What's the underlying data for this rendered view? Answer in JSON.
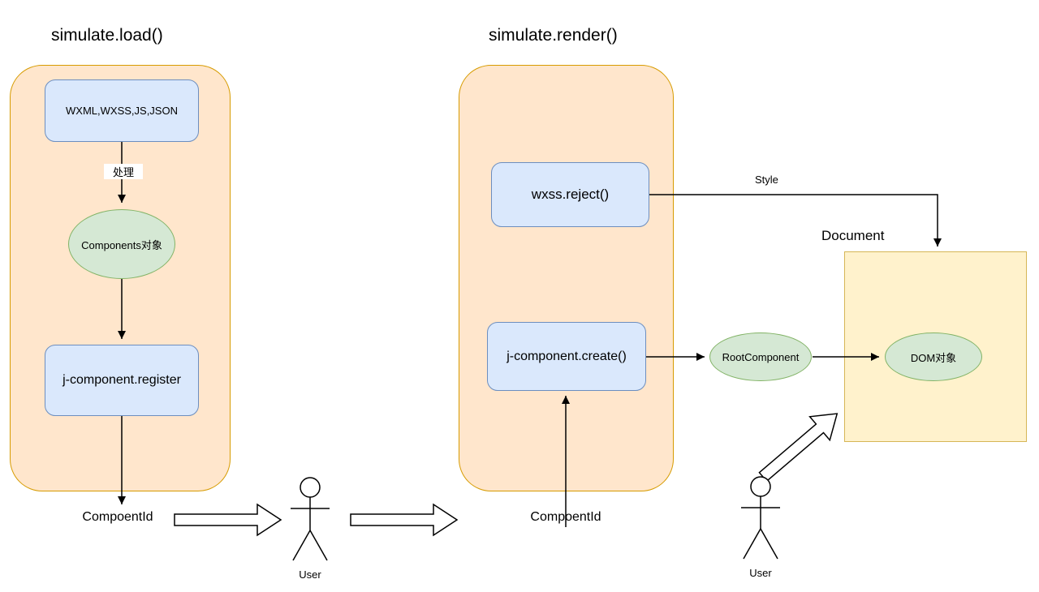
{
  "diagram": {
    "load": {
      "title": "simulate.load()",
      "source_box_label": "WXML,WXSS,JS,JSON",
      "process_edge_label": "处理",
      "components_ellipse_label": "Components对象",
      "register_box_label": "j-component.register",
      "output_id_label": "CompoentId"
    },
    "render": {
      "title": "simulate.render()",
      "wxss_box_label": "wxss.reject()",
      "style_edge_label": "Style",
      "create_box_label": "j-component.create()",
      "input_id_label": "CompoentId",
      "root_component_label": "RootComponent"
    },
    "document": {
      "title": "Document",
      "dom_ellipse_label": "DOM对象"
    },
    "users": {
      "left_label": "User",
      "right_label": "User"
    }
  },
  "colors": {
    "process_container_fill": "#ffe6cc",
    "process_container_stroke": "#d79b00",
    "node_fill": "#dae8fc",
    "node_stroke": "#6c8ebf",
    "ellipse_fill": "#d5e8d4",
    "ellipse_stroke": "#82b366",
    "document_fill": "#fff2cc",
    "document_stroke": "#d6b656",
    "line_color": "#000000",
    "background": "#ffffff"
  }
}
